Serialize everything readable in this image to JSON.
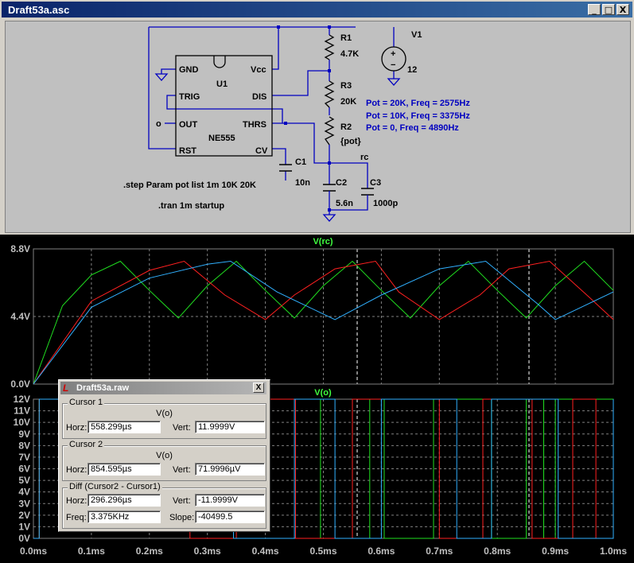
{
  "window": {
    "title": "Draft53a.asc",
    "buttons": [
      "_",
      "□",
      "X"
    ]
  },
  "schematic": {
    "u1": {
      "ref": "U1",
      "part": "NE555",
      "pins": [
        "GND",
        "Vcc",
        "TRIG",
        "DIS",
        "OUT",
        "THRS",
        "RST",
        "CV"
      ],
      "out_node": "o"
    },
    "components": [
      {
        "ref": "R1",
        "value": "4.7K"
      },
      {
        "ref": "R3",
        "value": "20K"
      },
      {
        "ref": "R2",
        "value": "{pot}"
      },
      {
        "ref": "V1",
        "value": "12"
      },
      {
        "ref": "C1",
        "value": "10n"
      },
      {
        "ref": "C2",
        "value": "5.6n"
      },
      {
        "ref": "C3",
        "value": "1000p"
      }
    ],
    "net_label": "rc",
    "source_symbols": [
      "+",
      "−"
    ],
    "directives": [
      ".step Param pot list 1m 10K 20K",
      ".tran 1m startup"
    ],
    "notes": [
      "Pot = 20K,  Freq = 2575Hz",
      "Pot = 10K,  Freq = 3375Hz",
      "Pot = 0,     Freq = 4890Hz"
    ]
  },
  "colors": {
    "wire": "#0000c0",
    "trace_red": "#ff2020",
    "trace_green": "#20e020",
    "trace_cyan": "#30b0ff",
    "grid": "#808080",
    "trace_title": "#40ff40"
  },
  "plot_top": {
    "title": "V(rc)",
    "y_ticks": [
      "8.8V",
      "4.4V",
      "0.0V"
    ]
  },
  "plot_bottom": {
    "title": "V(o)",
    "y_ticks": [
      "12V",
      "11V",
      "10V",
      "9V",
      "8V",
      "7V",
      "6V",
      "5V",
      "4V",
      "3V",
      "2V",
      "1V",
      "0V"
    ]
  },
  "x_ticks": [
    "0.0ms",
    "0.1ms",
    "0.2ms",
    "0.3ms",
    "0.4ms",
    "0.5ms",
    "0.6ms",
    "0.7ms",
    "0.8ms",
    "0.9ms",
    "1.0ms"
  ],
  "chart_data": [
    {
      "type": "line",
      "title": "V(rc)",
      "xlim": [
        0,
        1.0
      ],
      "ylim": [
        0,
        8.8
      ],
      "series": [
        {
          "color": "#20e020",
          "x": [
            0,
            0.05,
            0.1,
            0.15,
            0.2,
            0.25,
            0.3,
            0.35,
            0.4,
            0.45,
            0.5,
            0.55,
            0.6,
            0.65,
            0.7,
            0.75,
            0.8,
            0.85,
            0.9,
            0.95,
            1.0
          ],
          "y": [
            0,
            5.1,
            7.1,
            8.0,
            6.1,
            4.3,
            6.4,
            8.0,
            6.1,
            4.3,
            6.4,
            8.0,
            6.1,
            4.3,
            6.4,
            8.0,
            6.1,
            4.3,
            6.4,
            8.0,
            6.1
          ]
        },
        {
          "color": "#ff2020",
          "x": [
            0,
            0.1,
            0.2,
            0.26,
            0.33,
            0.4,
            0.45,
            0.52,
            0.59,
            0.63,
            0.7,
            0.77,
            0.82,
            0.89,
            0.96,
            1.0
          ],
          "y": [
            0,
            5.4,
            7.4,
            8.0,
            5.8,
            4.2,
            5.8,
            7.5,
            8.0,
            6.0,
            4.2,
            5.8,
            7.5,
            8.0,
            5.6,
            4.2
          ]
        },
        {
          "color": "#30b0ff",
          "x": [
            0,
            0.1,
            0.2,
            0.3,
            0.34,
            0.42,
            0.52,
            0.6,
            0.7,
            0.78,
            0.87,
            0.9,
            1.0
          ],
          "y": [
            0,
            5.0,
            6.9,
            7.8,
            8.0,
            6.0,
            4.2,
            5.8,
            7.5,
            8.0,
            5.2,
            4.2,
            6.0
          ]
        }
      ]
    },
    {
      "type": "line",
      "title": "V(o)",
      "xlim": [
        0,
        1.0
      ],
      "ylim": [
        0,
        12
      ],
      "series": [
        {
          "color": "#20e020",
          "x": [
            0,
            0.01,
            0.495,
            0.58,
            0.605,
            0.69,
            0.79,
            0.85,
            0.88,
            0.9
          ],
          "y": [
            0,
            12,
            0,
            12,
            0,
            12,
            0,
            12,
            0,
            12
          ]
        },
        {
          "color": "#ff2020",
          "x": [
            0,
            0.01,
            0.27,
            0.35,
            0.452,
            0.55,
            0.7,
            0.775,
            0.86,
            0.93,
            0.97
          ],
          "y": [
            0,
            12,
            0,
            12,
            0,
            12,
            0,
            12,
            0,
            12,
            0
          ]
        },
        {
          "color": "#30b0ff",
          "x": [
            0,
            0.01,
            0.345,
            0.45,
            0.52,
            0.6,
            0.73,
            0.79,
            0.905,
            1.0
          ],
          "y": [
            0,
            12,
            0,
            12,
            0,
            12,
            0,
            12,
            0,
            12
          ]
        }
      ]
    }
  ],
  "cursor_dialog": {
    "title": "Draft53a.raw",
    "close": "X",
    "cursor1": {
      "label": "Cursor 1",
      "trace": "V(o)",
      "horz_label": "Horz:",
      "horz": "558.299µs",
      "vert_label": "Vert:",
      "vert": "11.9999V"
    },
    "cursor2": {
      "label": "Cursor 2",
      "trace": "V(o)",
      "horz_label": "Horz:",
      "horz": "854.595µs",
      "vert_label": "Vert:",
      "vert": "71.9996µV"
    },
    "diff": {
      "label": "Diff (Cursor2 - Cursor1)",
      "horz_label": "Horz:",
      "horz": "296.296µs",
      "vert_label": "Vert:",
      "vert": "-11.9999V",
      "freq_label": "Freq:",
      "freq": "3.375KHz",
      "slope_label": "Slope:",
      "slope": "-40499.5"
    }
  }
}
